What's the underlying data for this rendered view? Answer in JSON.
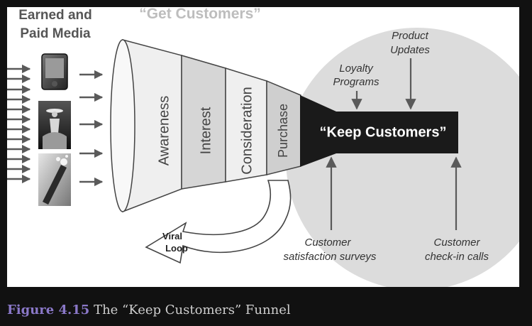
{
  "header": {
    "earned_line1": "Earned and",
    "earned_line2": "Paid Media",
    "get_customers": "“Get Customers”"
  },
  "funnel": {
    "stages": [
      "Awareness",
      "Interest",
      "Consideration",
      "Purchase"
    ],
    "keep_customers": "“Keep Customers”"
  },
  "viral_loop": {
    "line1": "Viral",
    "line2": "Loop"
  },
  "inputs": {
    "loyalty_line1": "Loyalty",
    "loyalty_line2": "Programs",
    "product_line1": "Product",
    "product_line2": "Updates",
    "surveys_line1": "Customer",
    "surveys_line2": "satisfaction surveys",
    "checkin_line1": "Customer",
    "checkin_line2": "check-in calls"
  },
  "media_icons": [
    "phone-device-icon",
    "cowboy-billboard-icon",
    "champagne-bottle-icon"
  ],
  "caption": {
    "figure_label": "Figure 4.15",
    "title": "The “Keep Customers” Funnel"
  },
  "colors": {
    "background": "#111111",
    "panel": "#ffffff",
    "circle": "#dcdcdc",
    "funnel_dark": "#1a1a1a",
    "caption_accent": "#8a78c8",
    "caption_text": "#cfcfcf"
  }
}
